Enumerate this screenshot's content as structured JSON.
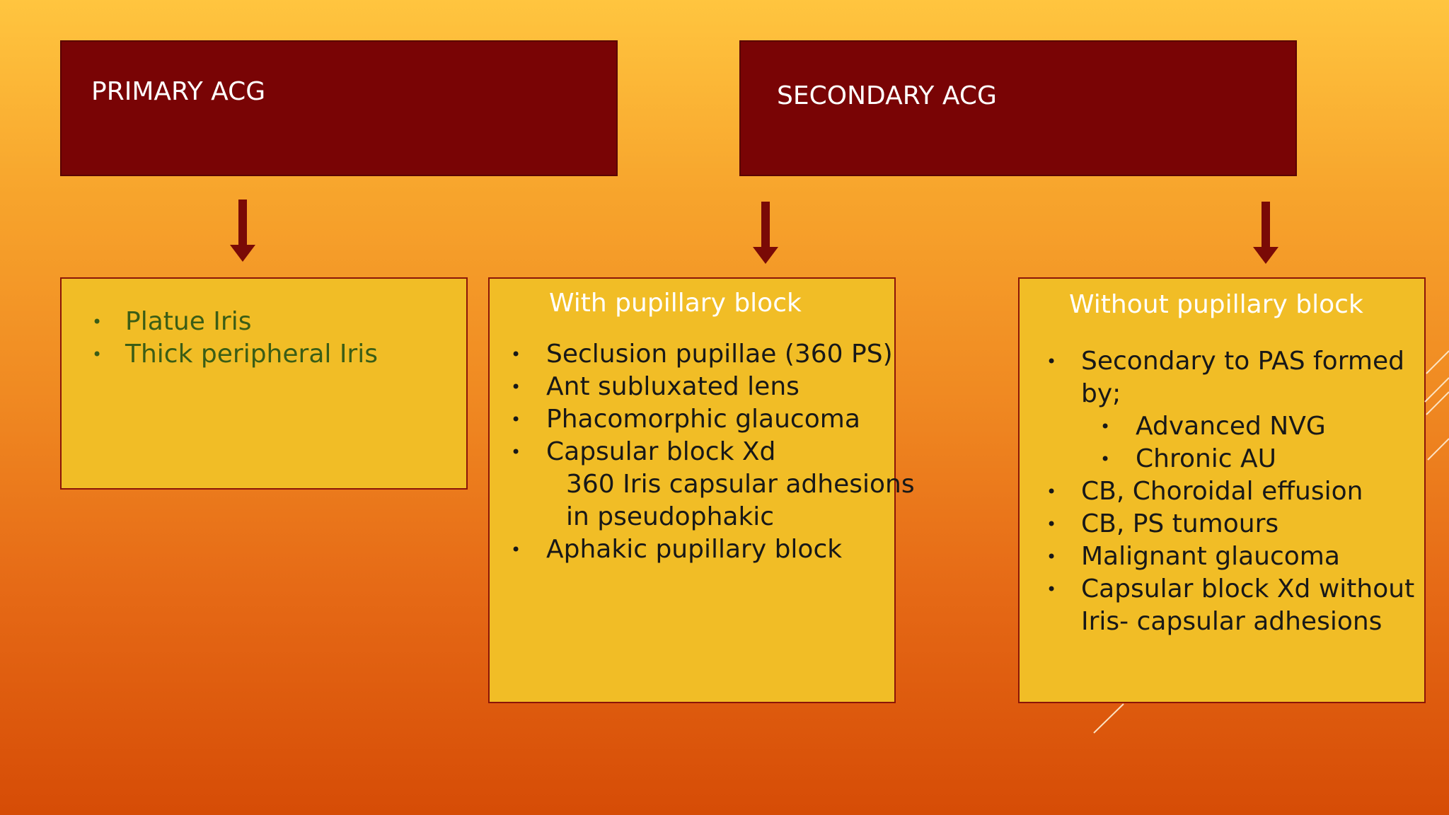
{
  "headers": {
    "primary": "PRIMARY ACG",
    "secondary": "SECONDARY ACG"
  },
  "primary_box": {
    "items": [
      "Platue Iris",
      "Thick peripheral Iris"
    ]
  },
  "pupillary_block_box": {
    "heading": "With pupillary block",
    "items": [
      "Seclusion pupillae (360 PS)",
      "Ant subluxated lens",
      "Phacomorphic glaucoma",
      "Capsular block Xd",
      "360 Iris capsular adhesions",
      "in pseudophakic",
      "Aphakic pupillary block"
    ]
  },
  "no_pupillary_block_box": {
    "heading": "Without pupillary block",
    "items": [
      "Secondary to PAS formed",
      "by;",
      "Advanced NVG",
      "Chronic AU",
      "CB, Choroidal effusion",
      "CB, PS tumours",
      "Malignant glaucoma",
      "Capsular block Xd without",
      "Iris- capsular adhesions"
    ]
  },
  "colors": {
    "header_fill": "#790405",
    "box_fill": "#f1bd26",
    "arrow": "#7a0a06",
    "primary_text": "#3a5d16"
  }
}
